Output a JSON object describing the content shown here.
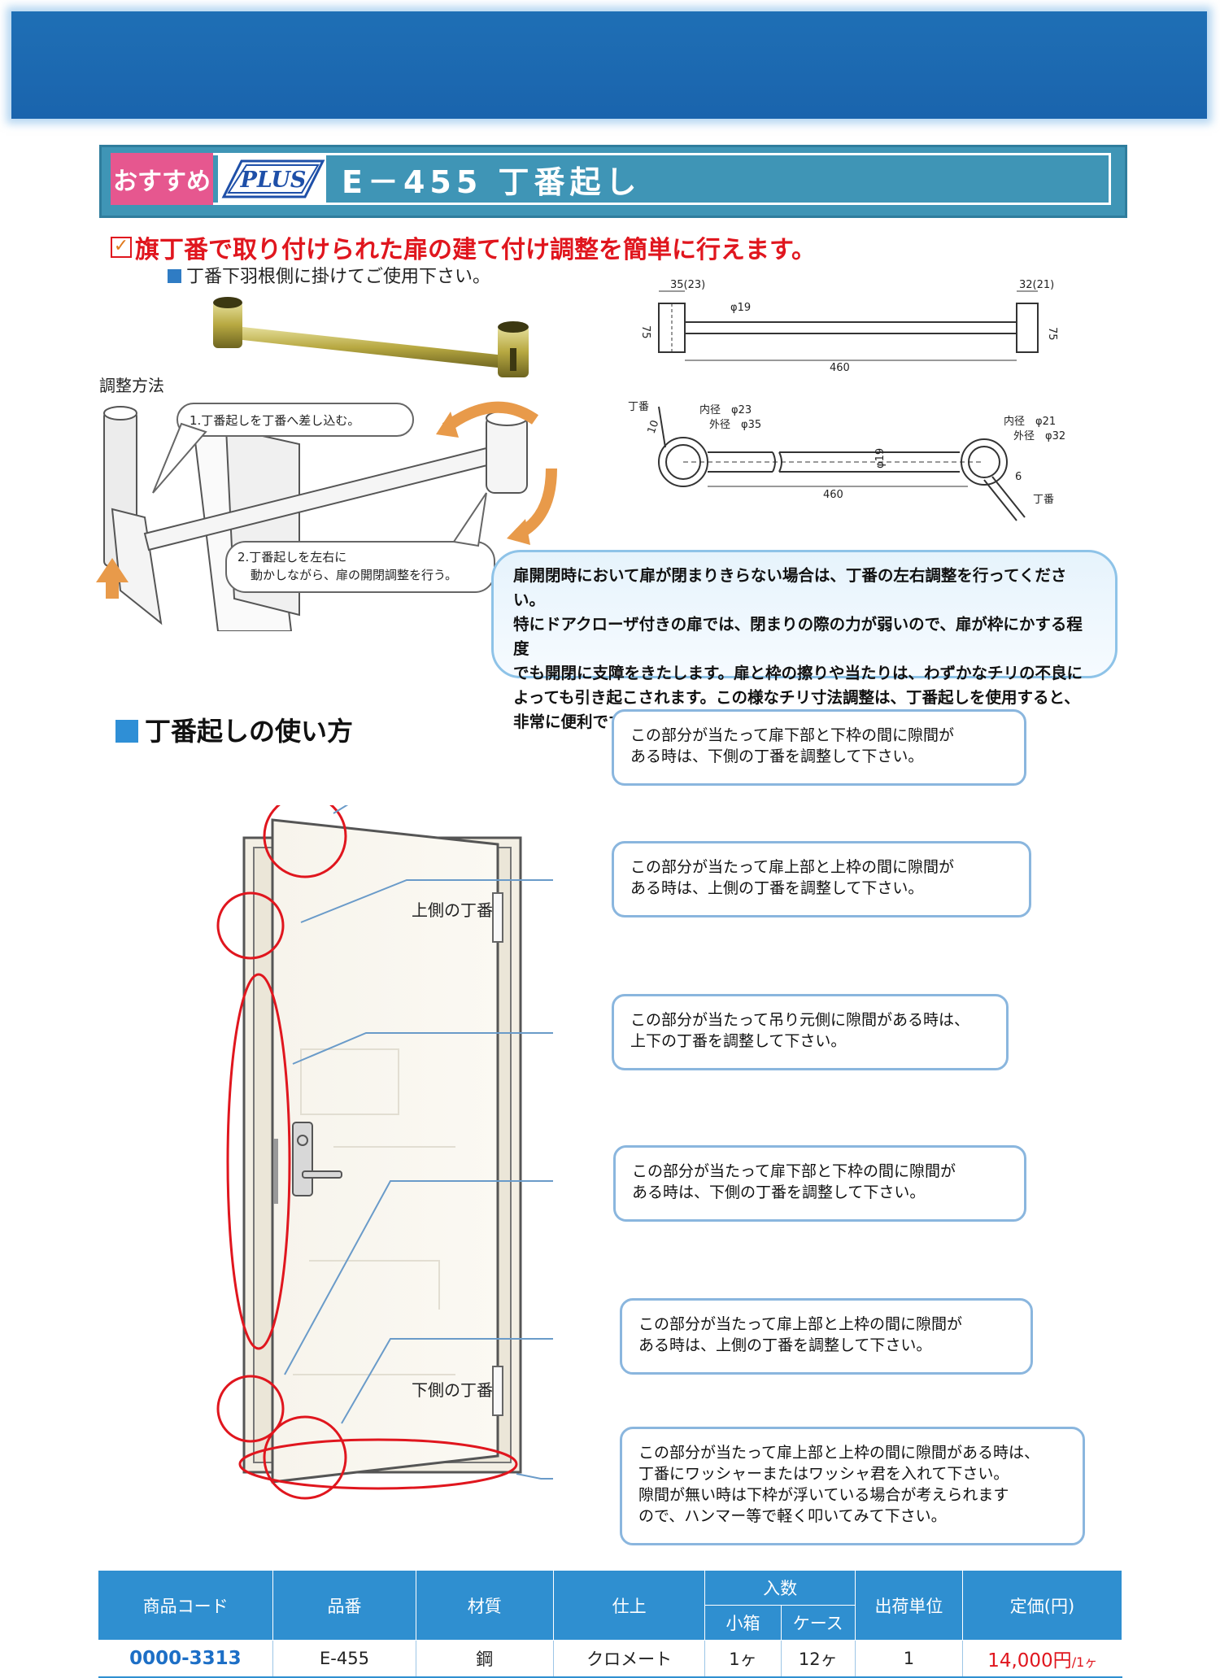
{
  "header": {
    "badge": "おすすめ",
    "logo_text": "PLUS",
    "product_title": "E－455 丁番起し"
  },
  "intro": {
    "headline": "旗丁番で取り付けられた扉の建て付け調整を簡単に行えます。",
    "subline": "丁番下羽根側に掛けてご使用下さい。"
  },
  "adjustment": {
    "section_label": "調整方法",
    "step1": "1.丁番起しを丁番へ差し込む。",
    "step2_line1": "2.丁番起しを左右に",
    "step2_line2": "動かしながら、扉の開閉調整を行う。"
  },
  "drawing_top": {
    "dim_left": "35(23)",
    "dim_right": "32(21)",
    "dim_height_left": "75",
    "dim_height_right": "75",
    "dim_rod": "φ19",
    "dim_length": "460"
  },
  "drawing_bottom": {
    "hinge_left": "丁番",
    "inner_left": "内径　φ23",
    "outer_left": "外径　φ35",
    "offset_left": "10",
    "rod_dim": "φ19",
    "length": "460",
    "inner_right": "内径　φ21",
    "outer_right": "外径　φ32",
    "offset_right": "6",
    "hinge_right": "丁番"
  },
  "info_box": {
    "lines": [
      "扉開閉時において扉が閉まりきらない場合は、丁番の左右調整を行ってください。",
      "特にドアクローザ付きの扉では、閉まりの際の力が弱いので、扉が枠にかする程度",
      "でも開閉に支障をきたします。扉と枠の擦りや当たりは、わずかなチリの不良に",
      "よっても引き起こされます。この様なチリ寸法調整は、丁番起しを使用すると、",
      "非常に便利ですので是非ご利用下さい。"
    ]
  },
  "usage": {
    "title": "丁番起しの使い方",
    "upper_hinge_label": "上側の丁番",
    "lower_hinge_label": "下側の丁番",
    "callouts": [
      {
        "line1": "この部分が当たって扉下部と下枠の間に隙間が",
        "line2": "ある時は、下側の丁番を調整して下さい。"
      },
      {
        "line1": "この部分が当たって扉上部と上枠の間に隙間が",
        "line2": "ある時は、上側の丁番を調整して下さい。"
      },
      {
        "line1": "この部分が当たって吊り元側に隙間がある時は、",
        "line2": "上下の丁番を調整して下さい。"
      },
      {
        "line1": "この部分が当たって扉下部と下枠の間に隙間が",
        "line2": "ある時は、下側の丁番を調整して下さい。"
      },
      {
        "line1": "この部分が当たって扉上部と上枠の間に隙間が",
        "line2": "ある時は、上側の丁番を調整して下さい。"
      },
      {
        "line1": "この部分が当たって扉上部と上枠の間に隙間がある時は、",
        "line2": "丁番にワッシャーまたはワッシャ君を入れて下さい。",
        "line3": "隙間が無い時は下枠が浮いている場合が考えられます",
        "line4": "ので、ハンマー等で軽く叩いてみて下さい。"
      }
    ]
  },
  "table": {
    "headers": {
      "code": "商品コード",
      "model": "品番",
      "material": "材質",
      "finish": "仕上",
      "quantity": "入数",
      "small_box": "小箱",
      "case": "ケース",
      "shipping_unit": "出荷単位",
      "price": "定価(円)"
    },
    "row": {
      "code": "0000-3313",
      "model": "E-455",
      "material": "鋼",
      "finish": "クロメート",
      "small_box": "1ヶ",
      "case": "12ヶ",
      "shipping_unit": "1",
      "price": "14,000円",
      "price_unit": "/1ヶ"
    }
  },
  "colors": {
    "top_band": "#1f6fb5",
    "title_bar": "#3f95b6",
    "badge": "#e6578f",
    "headline_red": "#e0161e",
    "table_header": "#2f8fd0",
    "callout_border": "#8ab6de",
    "circle_red": "#e0161e"
  }
}
